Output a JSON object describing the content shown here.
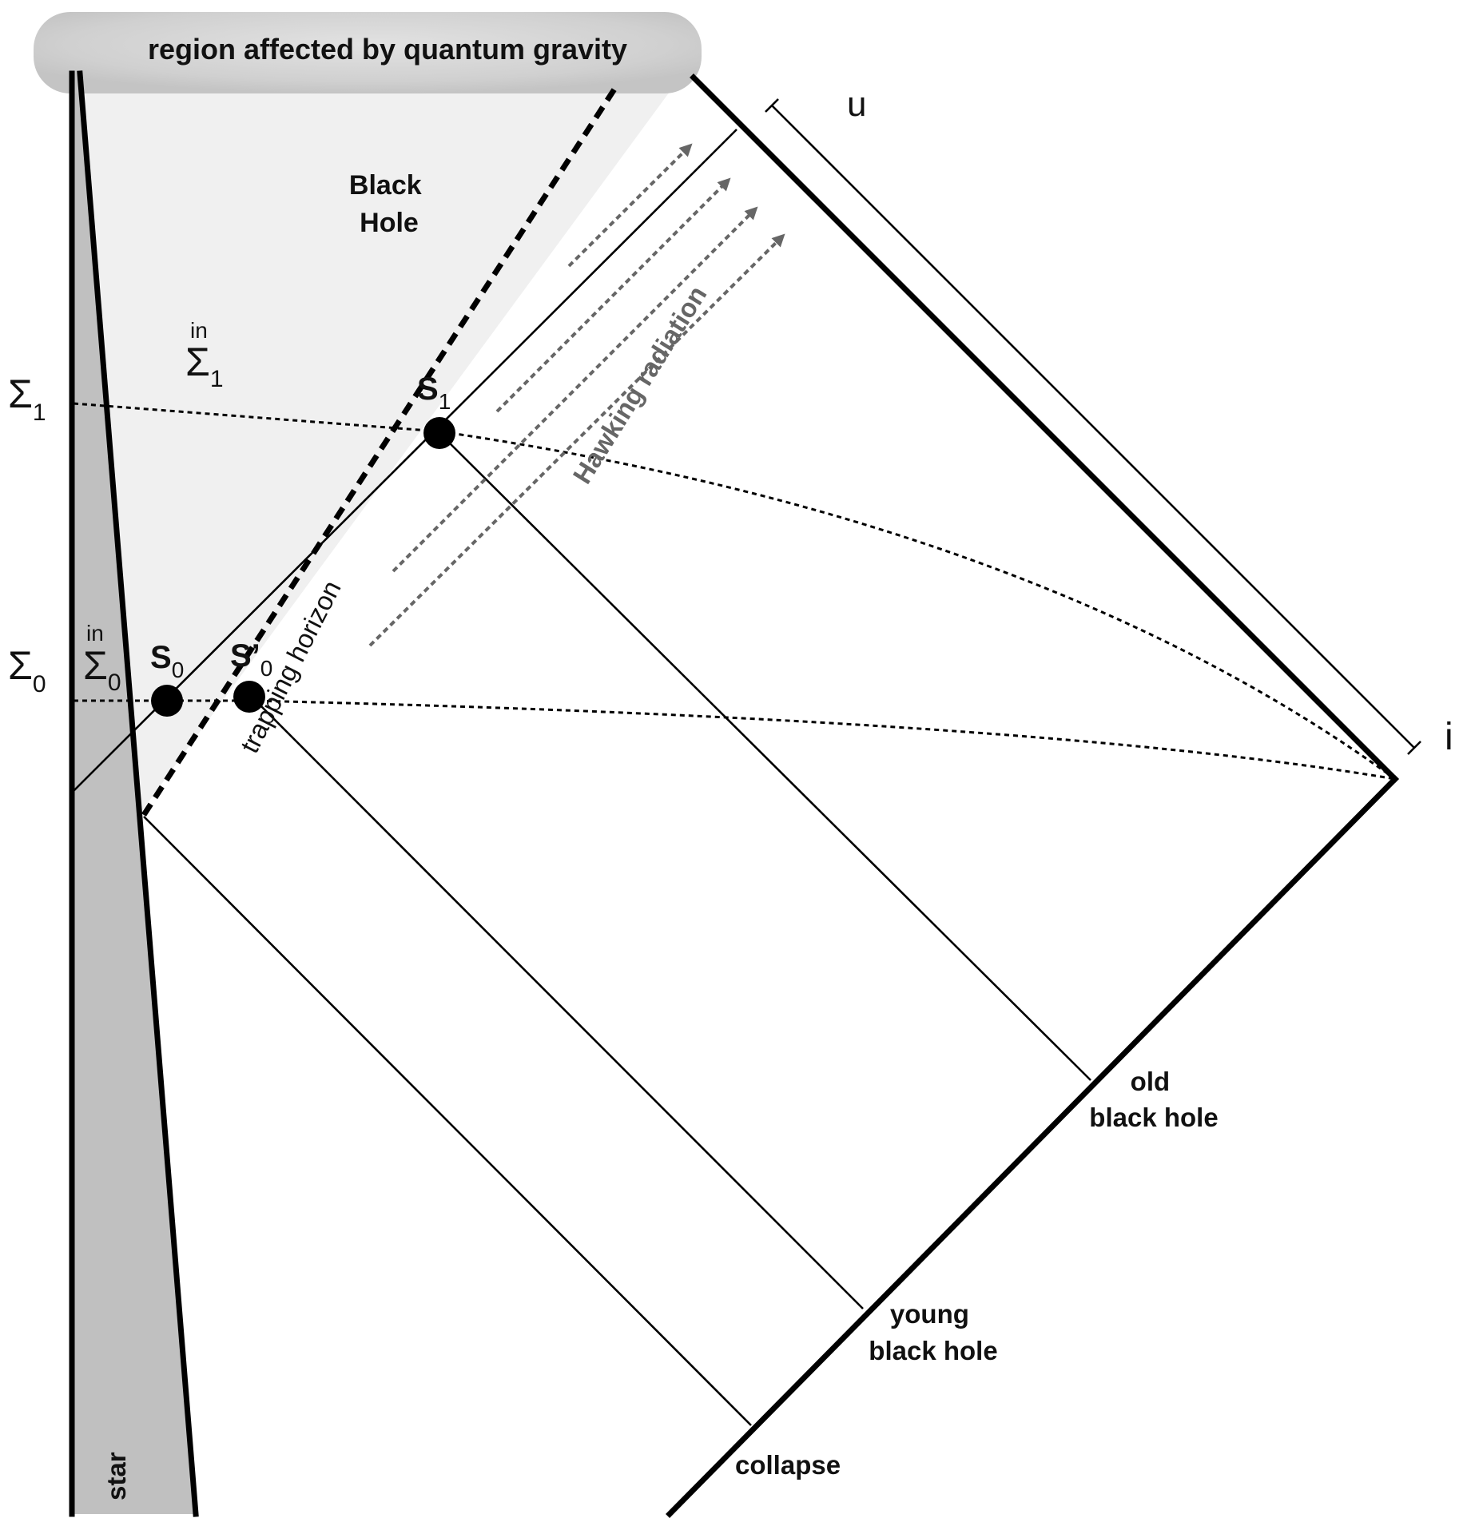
{
  "labels": {
    "quantum_region": "region affected by quantum gravity",
    "black_hole_line1": "Black",
    "black_hole_line2": "Hole",
    "sigma_symbol": "Σ",
    "sigma1_sub": "1",
    "sigma0_sub": "0",
    "sigma1_in_sup": "in",
    "sigma1_in_sub": "1",
    "sigma0_in_sup": "in",
    "sigma0_in_sub": "0",
    "s1_letter": "S",
    "s1_sub": "1",
    "s0_letter": "S",
    "s0_sub": "0",
    "s0_prime_letter": "S’",
    "s0_prime_sub": "0",
    "trapping_horizon": "trapping horizon",
    "hawking_radiation": "Hawking radiation",
    "u_label": "u",
    "i_label": "i",
    "old_line1": "old",
    "old_line2": "black hole",
    "young_line1": "young",
    "young_line2": "black hole",
    "collapse": "collapse",
    "star": "star"
  },
  "colors": {
    "star_fill": "#c0c0c0",
    "black_hole_region": "#f0f0f0",
    "quantum_gravity_region": "#d4d4d4",
    "hawking_arrows": "#666666",
    "lines": "#000000"
  }
}
